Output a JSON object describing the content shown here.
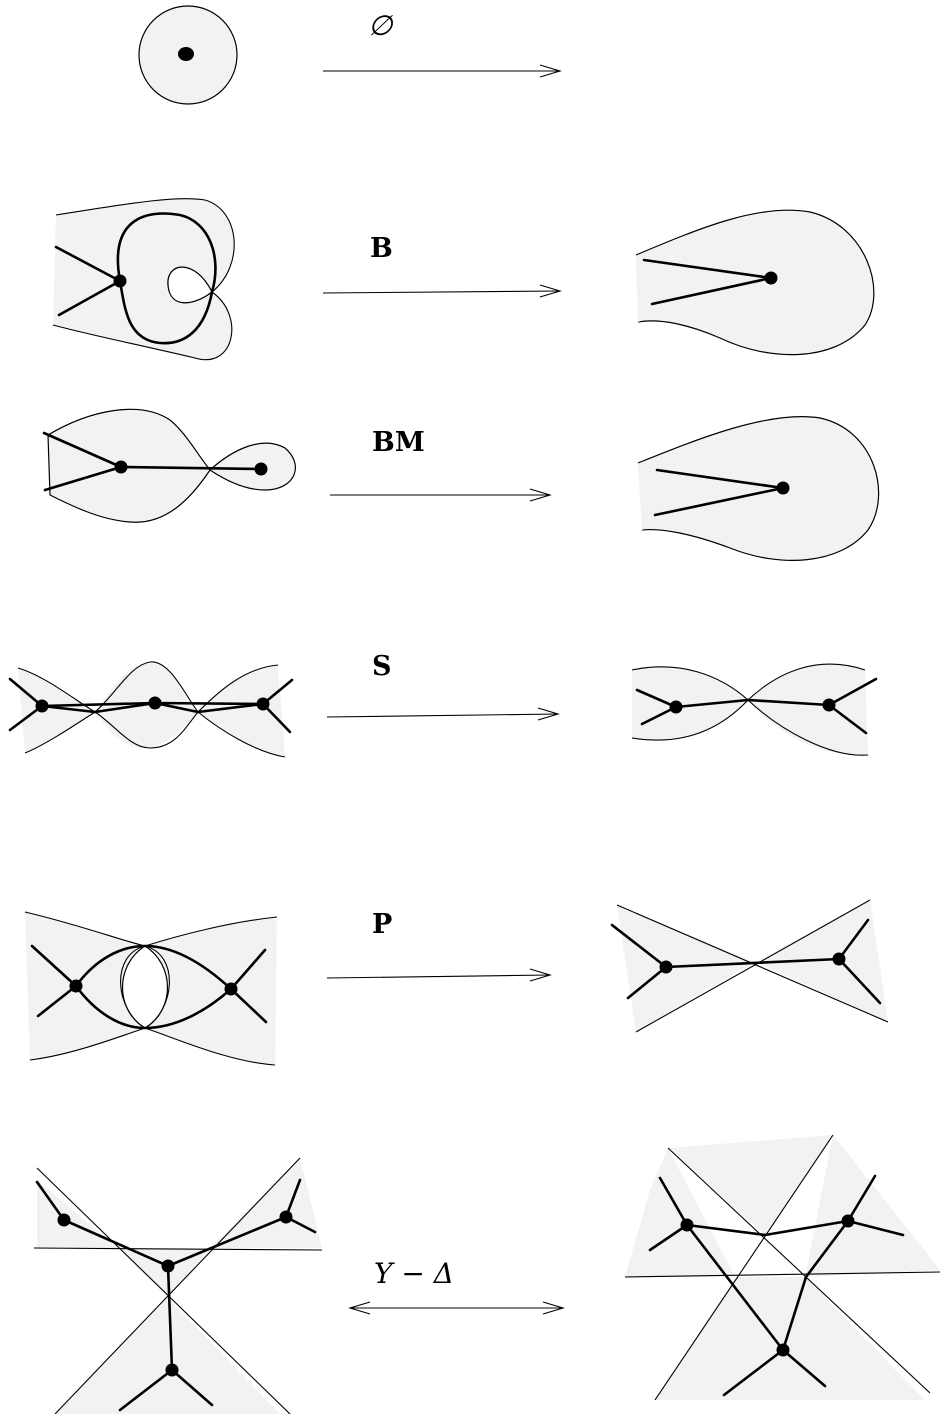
{
  "figure": {
    "moves": [
      {
        "id": "empty",
        "label": "∅"
      },
      {
        "id": "b",
        "label": "B"
      },
      {
        "id": "bm",
        "label": "BM"
      },
      {
        "id": "s",
        "label": "S"
      },
      {
        "id": "p",
        "label": "P"
      },
      {
        "id": "ydelta",
        "label": "Y − Δ"
      }
    ]
  }
}
